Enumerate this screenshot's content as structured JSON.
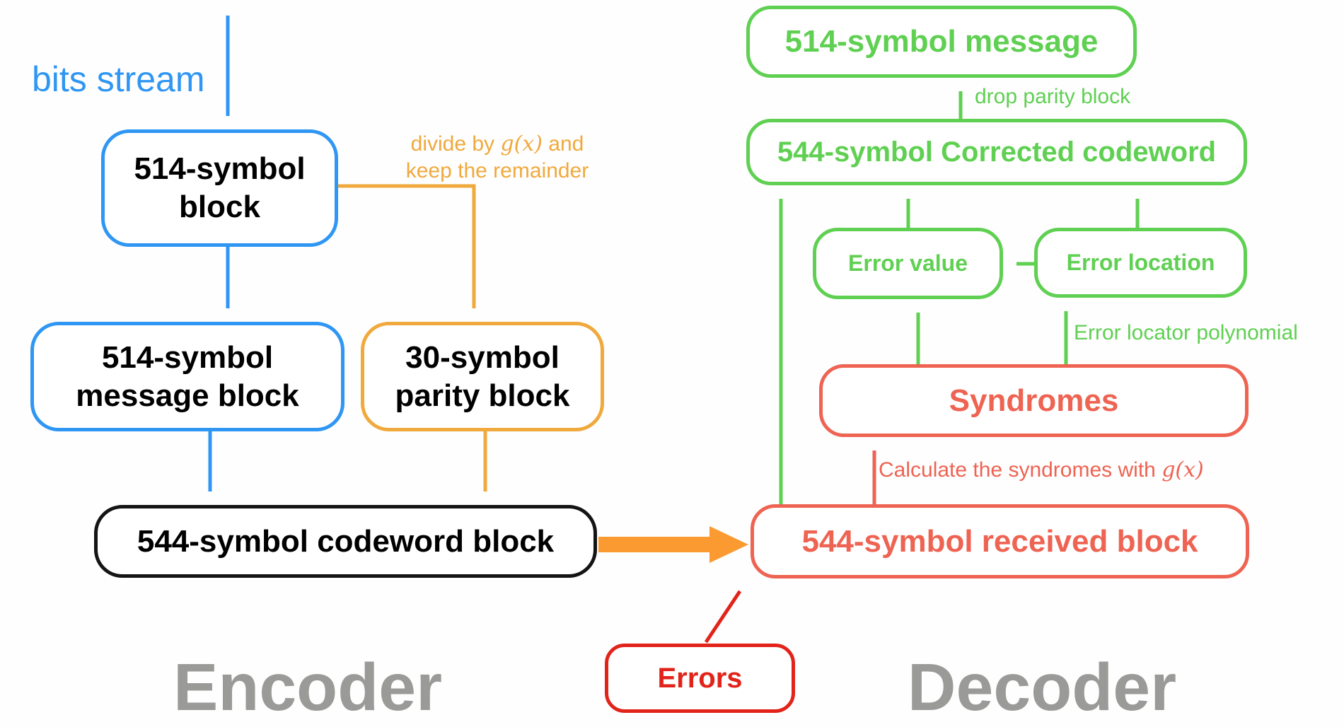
{
  "colors": {
    "blue": "#2f96f3",
    "amber": "#f0a93c",
    "orange": "#fa9a30",
    "green": "#5fd052",
    "tomato": "#ee6352",
    "red": "#e2231a",
    "gray": "#9a9a98"
  },
  "encoder": {
    "section_label": "Encoder",
    "stream_label": "bits stream",
    "block514": "514-symbol\nblock",
    "message_block": "514-symbol\nmessage block",
    "parity_block": "30-symbol\nparity block",
    "codeword_block": "544-symbol codeword block",
    "divide_note": {
      "prefix": "divide by ",
      "math": "g(x)",
      "suffix": " and",
      "line2": "keep the remainder"
    }
  },
  "channel": {
    "errors_label": "Errors"
  },
  "decoder": {
    "section_label": "Decoder",
    "received_block": "544-symbol received block",
    "syndromes": "Syndromes",
    "syndrome_note": {
      "prefix": "Calculate the syndromes with ",
      "math": "g(x)"
    },
    "error_value": "Error value",
    "error_location": "Error location",
    "locator_note": "Error locator polynomial",
    "corrected_codeword": "544-symbol Corrected codeword",
    "message": "514-symbol message",
    "drop_note": "drop parity block"
  }
}
